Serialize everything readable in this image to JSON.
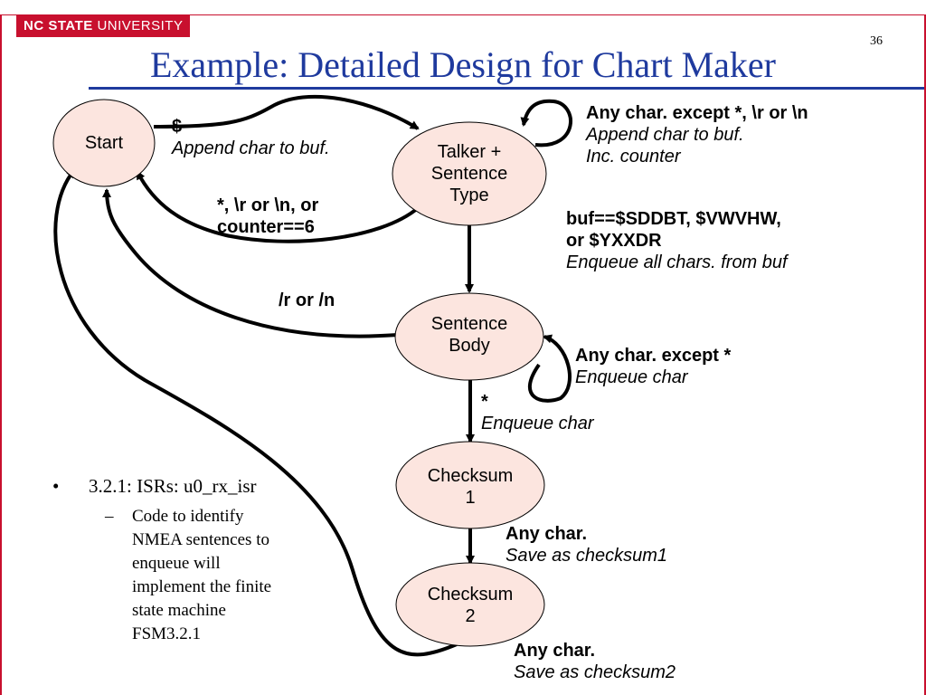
{
  "header": {
    "logo_bold": "NC STATE",
    "logo_rest": "UNIVERSITY",
    "slide_number": "36",
    "title": "Example: Detailed Design for Chart Maker"
  },
  "colors": {
    "brand_red": "#c8102e",
    "title_blue": "#1f3a9e",
    "node_fill": "#fce5df"
  },
  "states": {
    "start": "Start",
    "talker": [
      "Talker +",
      "Sentence",
      "Type"
    ],
    "body": [
      "Sentence",
      "Body"
    ],
    "checksum1": [
      "Checksum",
      "1"
    ],
    "checksum2": [
      "Checksum",
      "2"
    ]
  },
  "transitions": {
    "start_to_talker": {
      "condition": "$",
      "action": "Append char to buf."
    },
    "talker_self": {
      "condition": "Any char. except *, \\r or \\n",
      "action1": "Append char to buf.",
      "action2": "Inc. counter"
    },
    "talker_to_start": {
      "condition1": "*, \\r or \\n, or",
      "condition2": "counter==6"
    },
    "talker_to_body": {
      "condition1": "buf==$SDDBT, $VWVHW,",
      "condition2": "or $YXXDR",
      "action": "Enqueue all chars. from buf"
    },
    "body_to_start": {
      "condition": "/r or /n"
    },
    "body_self": {
      "condition": "Any char. except *",
      "action": "Enqueue char"
    },
    "body_to_checksum1": {
      "condition": "*",
      "action": "Enqueue char"
    },
    "checksum1_to_checksum2": {
      "condition": "Any char.",
      "action": "Save as checksum1"
    },
    "checksum2_to_start": {
      "condition": "Any char.",
      "action": "Save as checksum2"
    }
  },
  "bullets": {
    "main": "3.2.1: ISRs: u0_rx_isr",
    "sub_lines": [
      "Code to identify",
      "NMEA sentences to",
      "enqueue will",
      "implement the finite",
      "state machine",
      "FSM3.2.1"
    ]
  }
}
